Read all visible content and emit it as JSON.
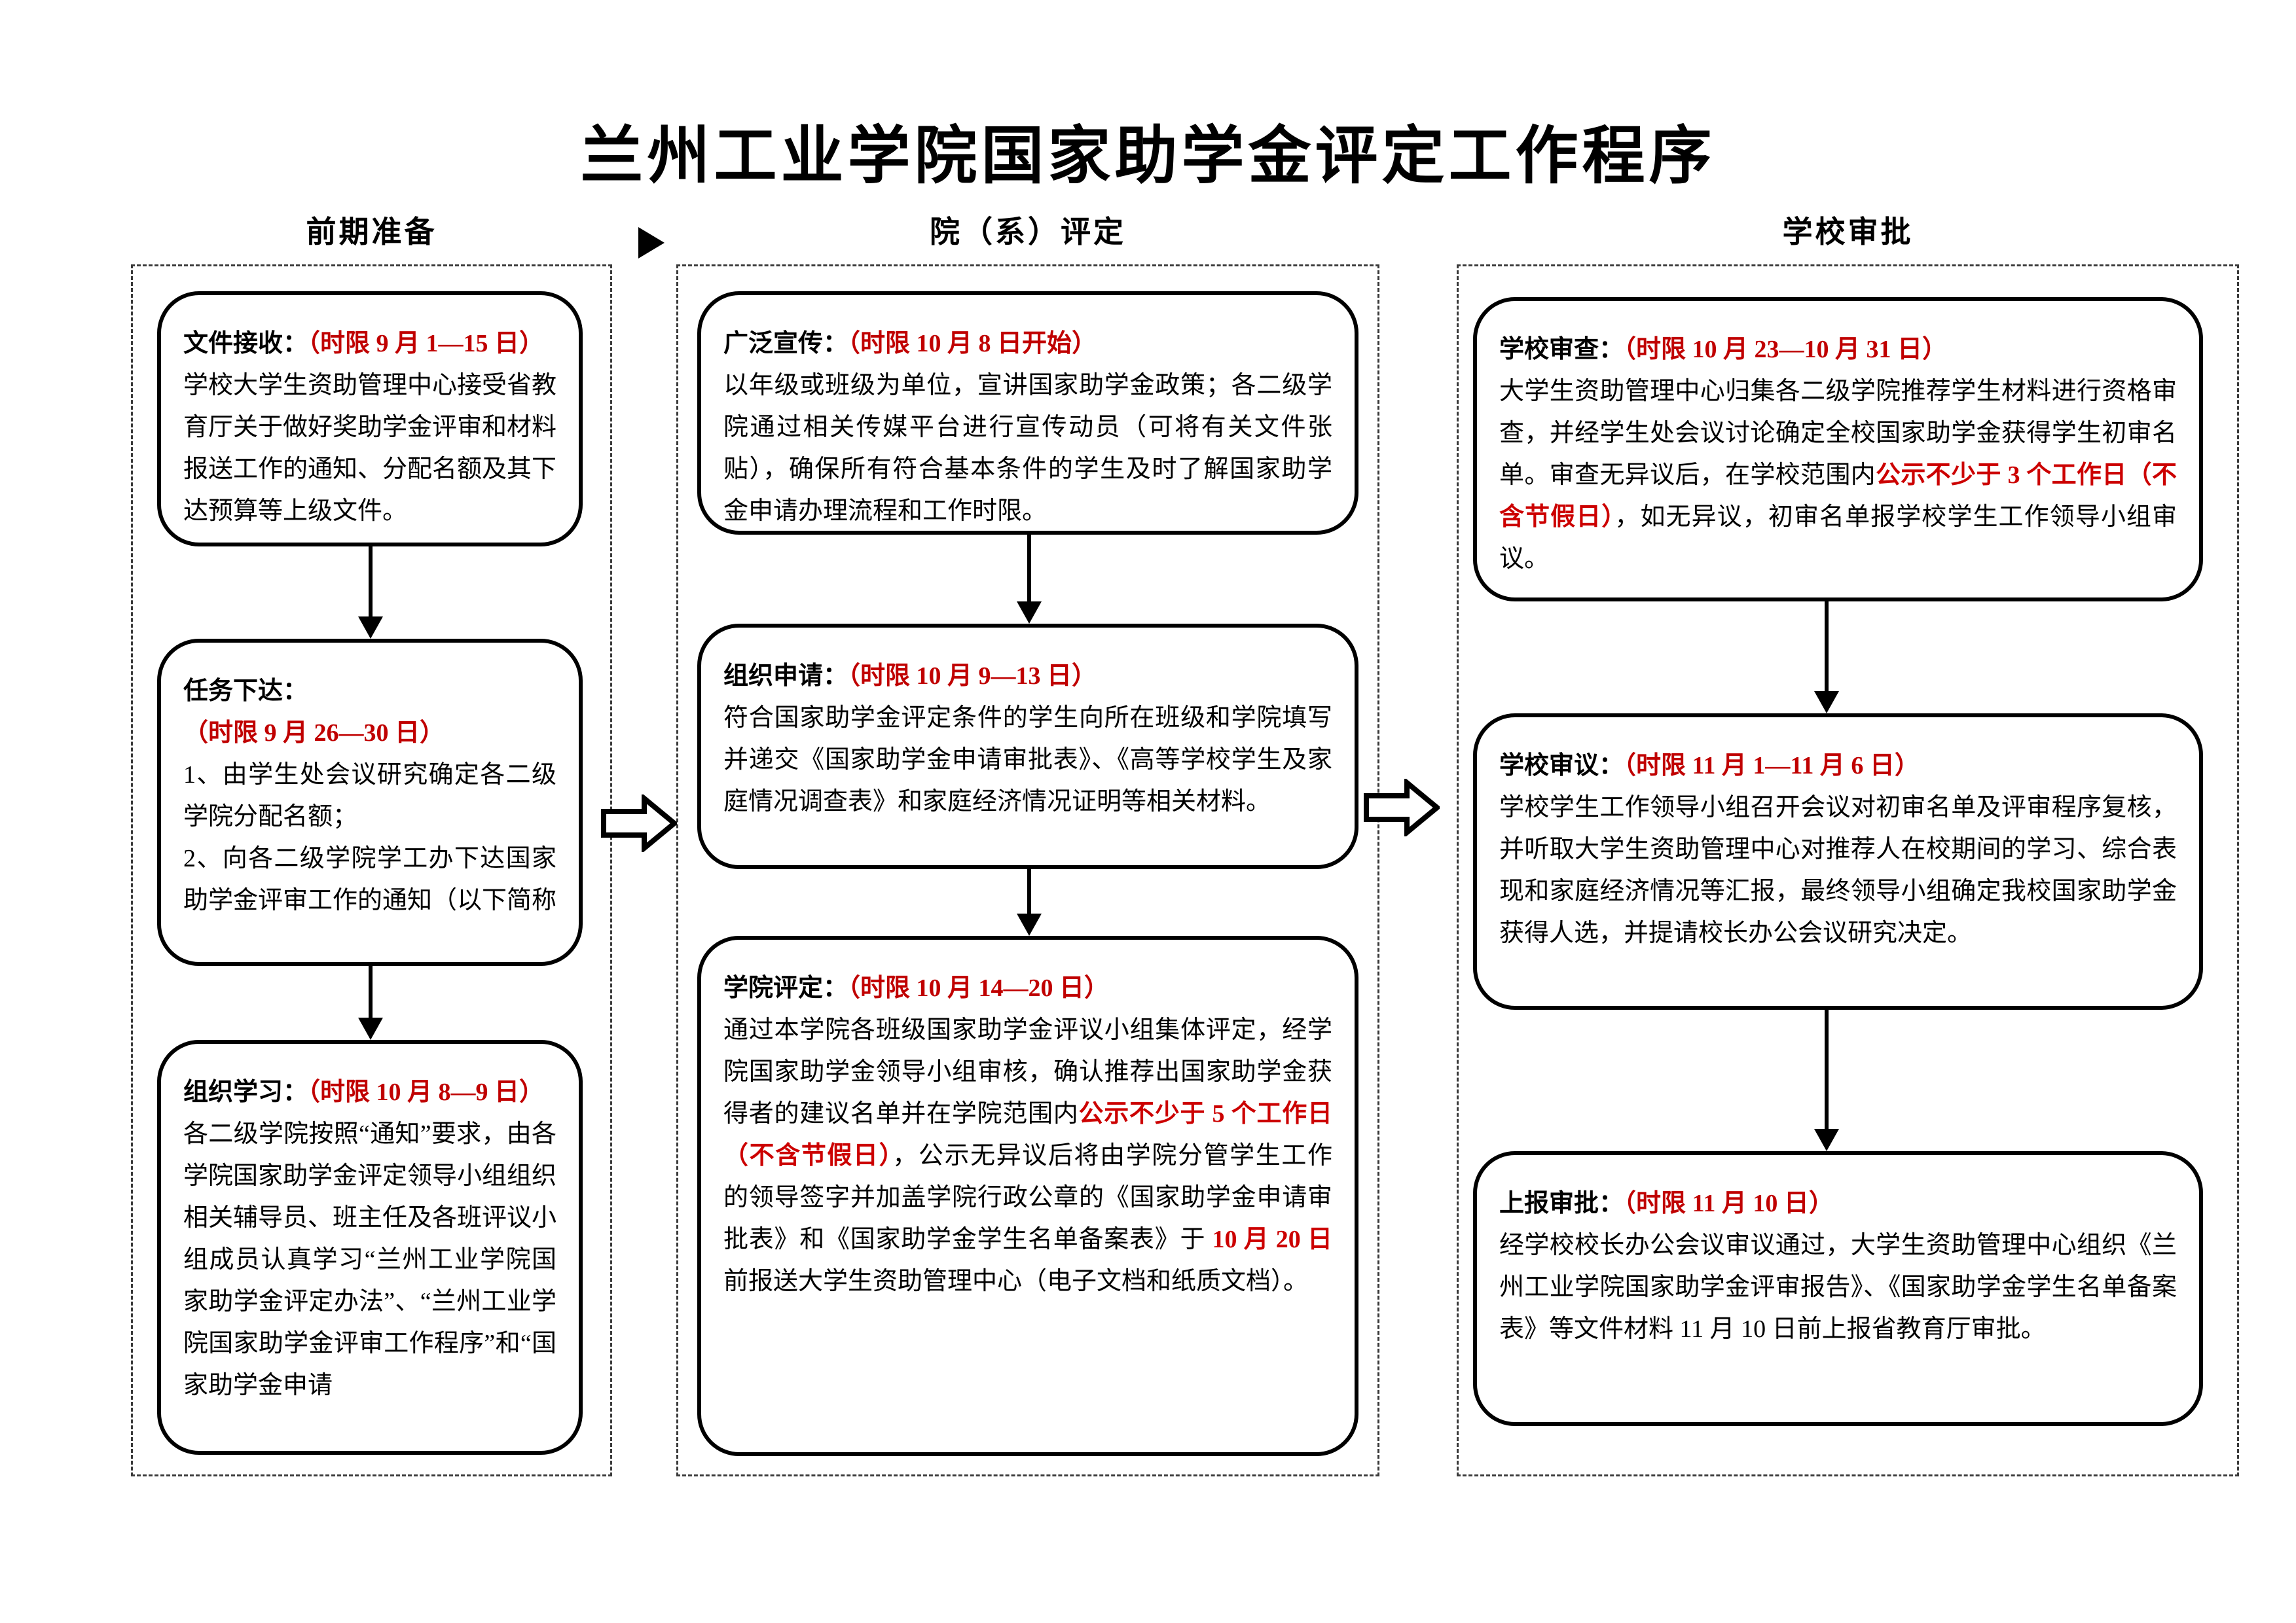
{
  "page": {
    "title": "兰州工业学院国家助学金评定工作程序"
  },
  "colors": {
    "text": "#000000",
    "accent_red": "#c00000",
    "box_border": "#000000",
    "lane_border": "#3a3a3a"
  },
  "icons": {
    "flow_marker": "right-triangle-icon",
    "lane_flow": "block-arrow-right-icon",
    "step_flow": "arrow-down-icon"
  },
  "lanes": [
    {
      "header": "前期准备",
      "boxes": [
        {
          "title": "文件接收：",
          "time": "（时限 9 月 1—15 日）",
          "body": [
            "学校大学生资助管理中心接受省教育厅关于做好奖助学金评审和材料报送工作的通知、分配名额及其下达预算等上级文件。"
          ]
        },
        {
          "title": "任务下达：",
          "time": "（时限 9 月 26—30 日）",
          "body": [
            "1、由学生处会议研究确定各二级学院分配名额；",
            "2、向各二级学院学工办下达国家助学金评审工作的通知（以下简称"
          ]
        },
        {
          "title": "组织学习：",
          "time": "（时限 10 月 8—9 日）",
          "body": [
            "各二级学院按照“通知”要求，由各学院国家助学金评定领导小组组织相关辅导员、班主任及各班评议小组成员认真学习“兰州工业学院国家助学金评定办法”、“兰州工业学院国家助学金评审工作程序”和“国家助学金申请"
          ]
        }
      ]
    },
    {
      "header": "院（系）评定",
      "boxes": [
        {
          "title": "广泛宣传：",
          "time": "（时限 10 月 8 日开始）",
          "body": [
            "以年级或班级为单位，宣讲国家助学金政策；各二级学院通过相关传媒平台进行宣传动员（可将有关文件张贴），确保所有符合基本条件的学生及时了解国家助学金申请办理流程和工作时限。"
          ]
        },
        {
          "title": "组织申请：",
          "time": "（时限 10 月 9—13 日）",
          "body": [
            "符合国家助学金评定条件的学生向所在班级和学院填写并递交《国家助学金申请审批表》、《高等学校学生及家庭情况调查表》和家庭经济情况证明等相关材料。"
          ]
        },
        {
          "title": "学院评定：",
          "time": "（时限 10 月 14—20 日）",
          "body": [
            "通过本学院各班级国家助学金评议小组集体评定，经学院国家助学金领导小组审核，确认推荐出国家助学金获得者的建议名单并在学院范围内",
            "公示不少于 5 个工作日（不含节假日）",
            "，公示无异议后将由学院分管学生工作的领导签字并加盖学院行政公章的《国家助学金申请审批表》和《国家助学金学生名单备案表》于 ",
            "10 月 20 日",
            "前报送大学生资助管理中心（电子文档和纸质文档）。"
          ]
        }
      ]
    },
    {
      "header": "学校审批",
      "boxes": [
        {
          "title": "学校审查：",
          "time": "（时限 10 月 23—10 月 31 日）",
          "body": [
            "大学生资助管理中心归集各二级学院推荐学生材料进行资格审查，并经学生处会议讨论确定全校国家助学金获得学生初审名单。审查无异议后，在学校范围内",
            "公示不少于 3 个工作日（不含节假日）",
            "，如无异议，初审名单报学校学生工作领导小组审议。"
          ]
        },
        {
          "title": "学校审议：",
          "time": "（时限 11 月 1—11 月 6 日）",
          "body": [
            "学校学生工作领导小组召开会议对初审名单及评审程序复核，并听取大学生资助管理中心对推荐人在校期间的学习、综合表现和家庭经济情况等汇报，最终领导小组确定我校国家助学金获得人选，并提请校长办公会议研究决定。"
          ]
        },
        {
          "title": "上报审批：",
          "time": "（时限 11 月 10 日）",
          "body": [
            "经学校校长办公会议审议通过，大学生资助管理中心组织《兰州工业学院国家助学金评审报告》、《国家助学金学生名单备案表》等文件材料 11 月 10 日前上报省教育厅审批。"
          ]
        }
      ]
    }
  ]
}
